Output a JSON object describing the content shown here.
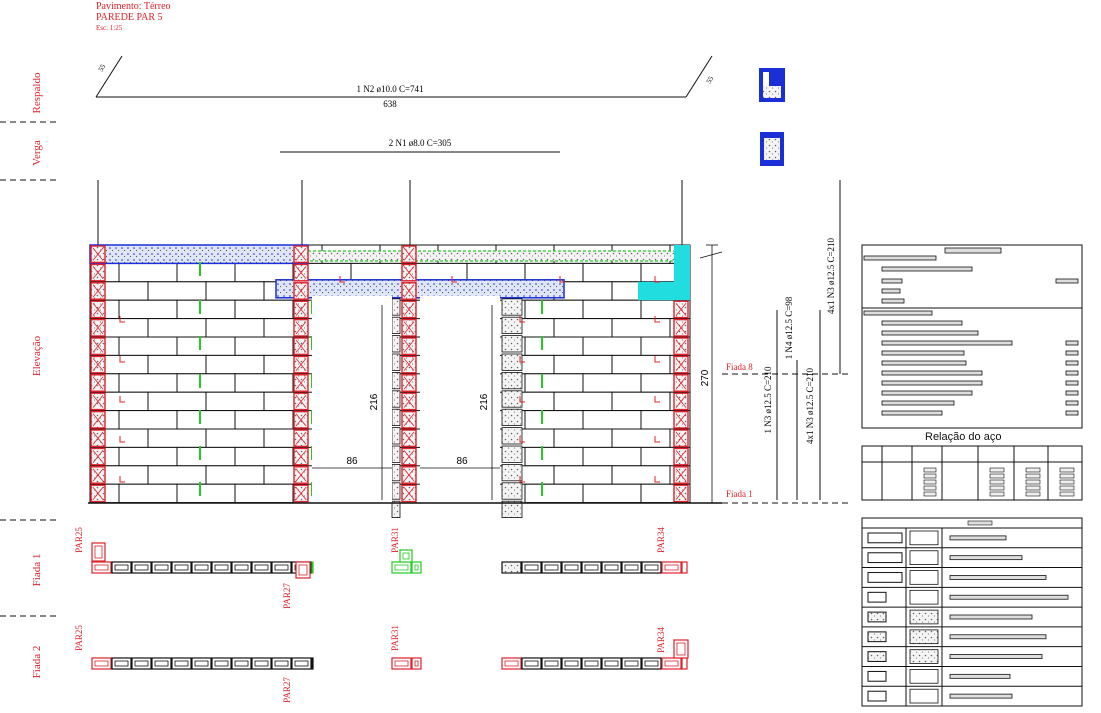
{
  "header": {
    "floor": "Pavimento: Térreo",
    "wall": "PAREDE PAR 5",
    "scale": "Esc: 1:25"
  },
  "sections": {
    "respaldo": "Respaldo",
    "verga": "Verga",
    "elevacao": "Elevação",
    "fiada1": "Fiada 1",
    "fiada2": "Fiada 2"
  },
  "rebar": {
    "top_bar": "1 N2 ø10.0 C=741",
    "top_length": "638",
    "hook_left": "55",
    "hook_right": "55",
    "verga_bar": "2 N1 ø8.0 C=305",
    "v1": "1 N3 ø12.5 C=210",
    "v2": "4x1 N3 ø12.5 C=210",
    "v3": "1 N4 ø12.5 C=98",
    "v4": "4x1 N3 ø12.5 C=210"
  },
  "dimensions": {
    "opening1_h": "216",
    "opening2_h": "216",
    "opening1_w": "86",
    "opening2_w": "86",
    "wall_h": "270"
  },
  "levels": {
    "fiada8": "Fiada 8",
    "fiada1": "Fiada 1"
  },
  "plan_labels": {
    "f1_par25": "PAR25",
    "f1_par27": "PAR27",
    "f1_par31": "PAR31",
    "f1_par34": "PAR34",
    "f2_par25": "PAR25",
    "f2_par27": "PAR27",
    "f2_par31": "PAR31",
    "f2_par34": "PAR34"
  },
  "tables": {
    "steel_title": "Relação do aço"
  },
  "colors": {
    "red": "#e0202a",
    "green": "#22cc22",
    "blue": "#1a2fd6",
    "cyan": "#22dde0",
    "black": "#111111"
  }
}
